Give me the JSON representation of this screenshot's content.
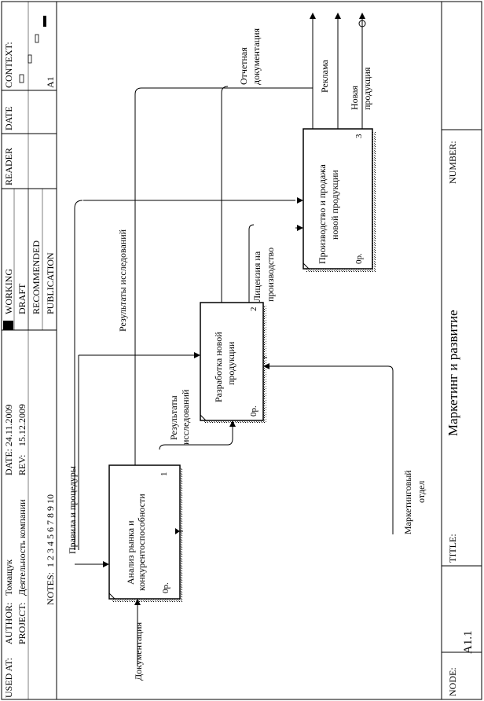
{
  "frame": {
    "used_at_label": "USED AT:",
    "author_label": "AUTHOR:",
    "author_value": "Томащук",
    "project_label": "PROJECT:",
    "project_value": "Деятельность компании",
    "date_label": "DATE:",
    "date_value": "24.11.2009",
    "rev_label": "REV:",
    "rev_value": "15.12.2009",
    "notes_label": "NOTES:",
    "notes_numbers": "1  2  3  4  5  6  7  8  9  10",
    "working": "WORKING",
    "draft": "DRAFT",
    "recommended": "RECOMMENDED",
    "publication": "PUBLICATION",
    "reader": "READER",
    "date2": "DATE",
    "context": "CONTEXT:",
    "context_node": "A1",
    "node_label": "NODE:",
    "node_value": "A1.1",
    "title_label": "TITLE:",
    "title_value": "Маркетинг и  развитие",
    "number_label": "NUMBER:"
  },
  "boxes": [
    {
      "label_lines": [
        "Анализ рынка и",
        "конкурентоспособности"
      ],
      "number": "1",
      "cost": "0р."
    },
    {
      "label_lines": [
        "Разработка новой",
        "продукции"
      ],
      "number": "2",
      "cost": "0р."
    },
    {
      "label_lines": [
        "Производство и продажа",
        "новой продукции"
      ],
      "number": "3",
      "cost": "0р."
    }
  ],
  "arrows": {
    "documentation": "Документация",
    "rules": "Правила и процедуры",
    "research_results_top": "Результаты исследований",
    "research_results_lines": [
      "Результаты",
      "исследований"
    ],
    "marketing_dept_lines": [
      "Маркетинговый",
      "отдел"
    ],
    "license_lines": [
      "Лицензия на",
      "производство"
    ],
    "reporting_lines": [
      "Отчетная",
      "документация"
    ],
    "advertising": "Реклама",
    "new_product_lines": [
      "Новая",
      "продукция"
    ]
  }
}
